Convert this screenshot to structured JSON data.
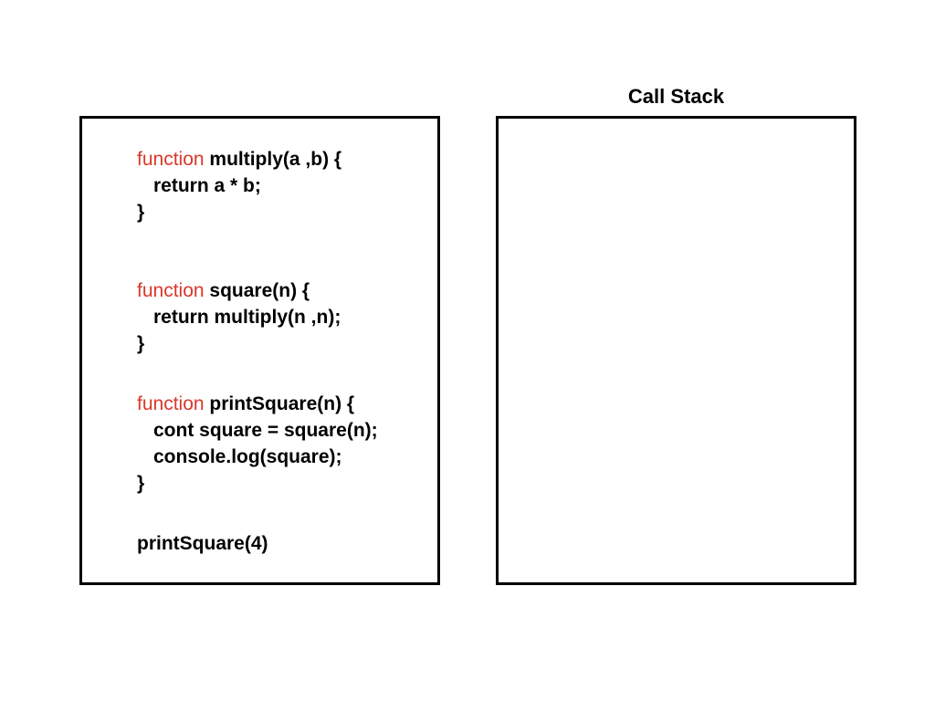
{
  "colors": {
    "keyword": "#d9382a",
    "text": "#000000",
    "border": "#000000",
    "background": "#ffffff"
  },
  "code": {
    "lines": [
      {
        "keyword": "function",
        "text": " multiply(a ,b) {"
      },
      {
        "keyword": "",
        "text": "return a * b;"
      },
      {
        "keyword": "",
        "text": "}"
      },
      {
        "keyword": "function",
        "text": " square(n) {"
      },
      {
        "keyword": "",
        "text": "return multiply(n ,n);"
      },
      {
        "keyword": "",
        "text": "}"
      },
      {
        "keyword": "function",
        "text": " printSquare(n) {"
      },
      {
        "keyword": "",
        "text": "cont square = square(n);"
      },
      {
        "keyword": "",
        "text": "console.log(square);"
      },
      {
        "keyword": "",
        "text": "}"
      },
      {
        "keyword": "",
        "text": "printSquare(4)"
      }
    ]
  },
  "call_stack": {
    "title": "Call Stack",
    "frames": []
  }
}
